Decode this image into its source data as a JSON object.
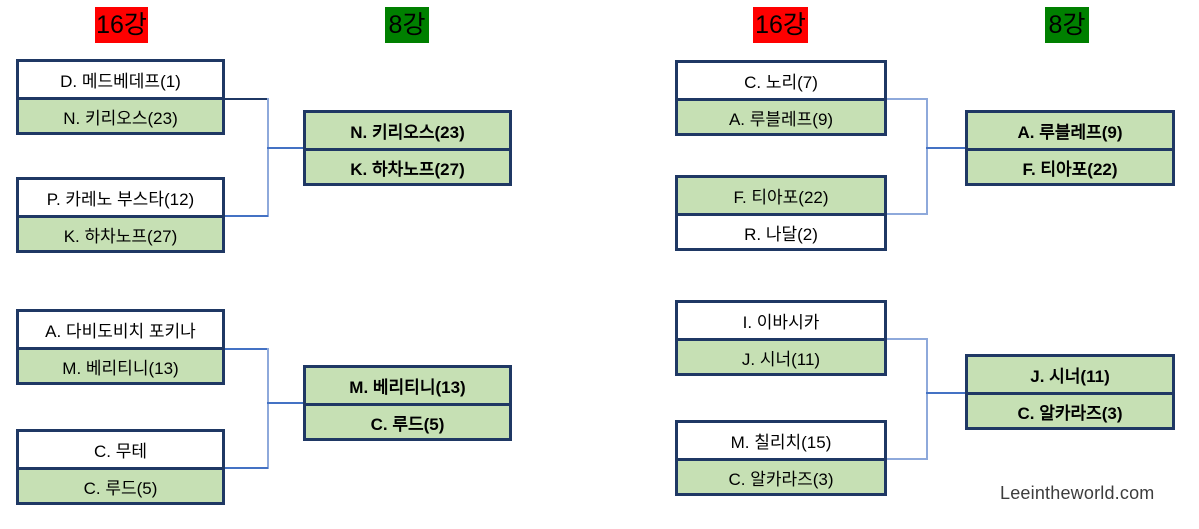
{
  "watermark": "Leeintheworld.com",
  "colors": {
    "header_red": "#ff0000",
    "header_green": "#008000",
    "winner_fill": "#c6e0b4",
    "box_border": "#1f3864",
    "connector_light": "#8ea9db",
    "connector_dark": "#4472c4"
  },
  "headers": {
    "left_r16": "16강",
    "left_qf": "8강",
    "right_r16": "16강",
    "right_qf": "8강"
  },
  "bracket": {
    "left_top": {
      "match1": {
        "rows": [
          {
            "player": "D. 메드베데프(1)",
            "winner": false
          },
          {
            "player": "N. 키리오스(23)",
            "winner": true
          }
        ]
      },
      "match2": {
        "rows": [
          {
            "player": "P. 카레노 부스타(12)",
            "winner": false
          },
          {
            "player": "K. 하차노프(27)",
            "winner": true
          }
        ]
      },
      "qf": {
        "rows": [
          {
            "player": "N. 키리오스(23)",
            "winner": true
          },
          {
            "player": "K. 하차노프(27)",
            "winner": true
          }
        ]
      }
    },
    "left_bottom": {
      "match1": {
        "rows": [
          {
            "player": "A. 다비도비치 포키나",
            "winner": false
          },
          {
            "player": "M. 베리티니(13)",
            "winner": true
          }
        ]
      },
      "match2": {
        "rows": [
          {
            "player": "C. 무테",
            "winner": false
          },
          {
            "player": "C. 루드(5)",
            "winner": true
          }
        ]
      },
      "qf": {
        "rows": [
          {
            "player": "M. 베리티니(13)",
            "winner": true
          },
          {
            "player": "C. 루드(5)",
            "winner": true
          }
        ]
      }
    },
    "right_top": {
      "match1": {
        "rows": [
          {
            "player": "C. 노리(7)",
            "winner": false
          },
          {
            "player": "A. 루블레프(9)",
            "winner": true
          }
        ]
      },
      "match2": {
        "rows": [
          {
            "player": "F. 티아포(22)",
            "winner": true
          },
          {
            "player": "R. 나달(2)",
            "winner": false
          }
        ]
      },
      "qf": {
        "rows": [
          {
            "player": "A. 루블레프(9)",
            "winner": true
          },
          {
            "player": "F. 티아포(22)",
            "winner": true
          }
        ]
      }
    },
    "right_bottom": {
      "match1": {
        "rows": [
          {
            "player": "I. 이바시카",
            "winner": false
          },
          {
            "player": "J. 시너(11)",
            "winner": true
          }
        ]
      },
      "match2": {
        "rows": [
          {
            "player": "M. 칠리치(15)",
            "winner": false
          },
          {
            "player": "C. 알카라즈(3)",
            "winner": true
          }
        ]
      },
      "qf": {
        "rows": [
          {
            "player": "J. 시너(11)",
            "winner": true
          },
          {
            "player": "C. 알카라즈(3)",
            "winner": true
          }
        ]
      }
    }
  }
}
